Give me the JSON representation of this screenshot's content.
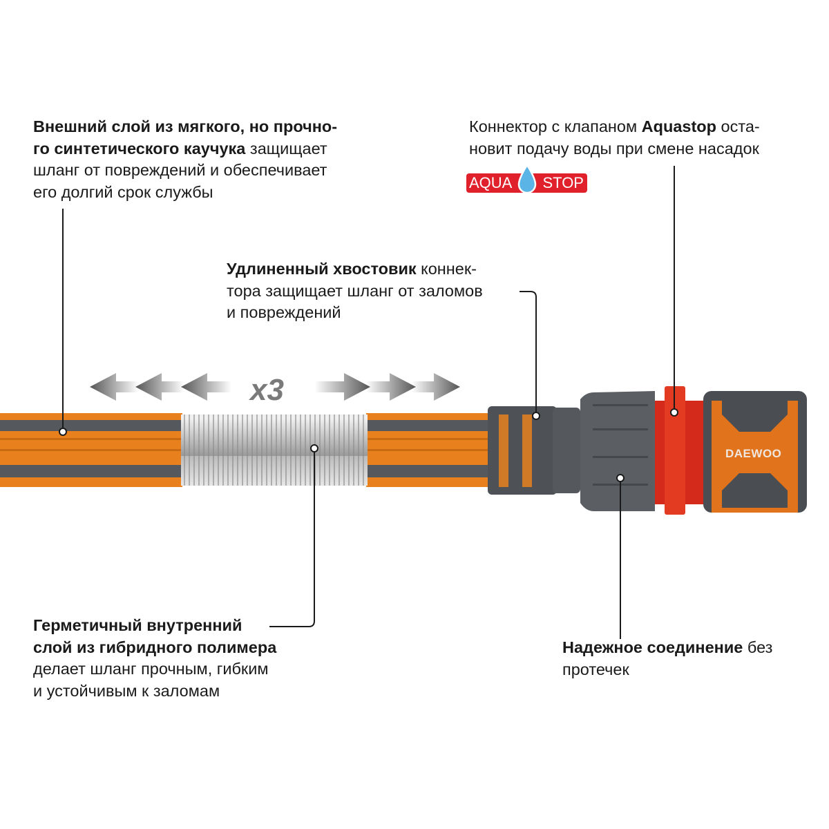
{
  "callouts": {
    "outer_layer": {
      "l1_bold": "Внешний слой из мягкого, но прочно-",
      "l2_bold": "го синтетического каучука",
      "l2_rest": " защищает",
      "l3": "шланг от повреждений и обеспечивает",
      "l4": "его долгий срок службы"
    },
    "aquastop": {
      "l1_pre": "Коннектор с клапаном ",
      "l1_bold": "Aquastop",
      "l1_post": " оста-",
      "l2": "новит подачу воды при смене насадок",
      "badge_left": "AQUA",
      "badge_right": "STOP"
    },
    "shank": {
      "l1_bold": "Удлиненный хвостовик",
      "l1_rest": " коннек-",
      "l2": "тора защищает шланг от заломов",
      "l3": "и повреждений"
    },
    "inner_layer": {
      "l1_bold": "Герметичный внутренний",
      "l2_bold": "слой из гибридного полимера",
      "l3": "делает шланг прочным, гибким",
      "l4": "и устойчивым к заломам"
    },
    "connection": {
      "l1_bold": "Надежное соединение",
      "l1_rest": " без",
      "l2": "протечек"
    }
  },
  "stretch_label": "x3",
  "brand": "DAEWOO",
  "colors": {
    "orange": "#e8801e",
    "gray": "#55585c",
    "red": "#e0202a"
  }
}
